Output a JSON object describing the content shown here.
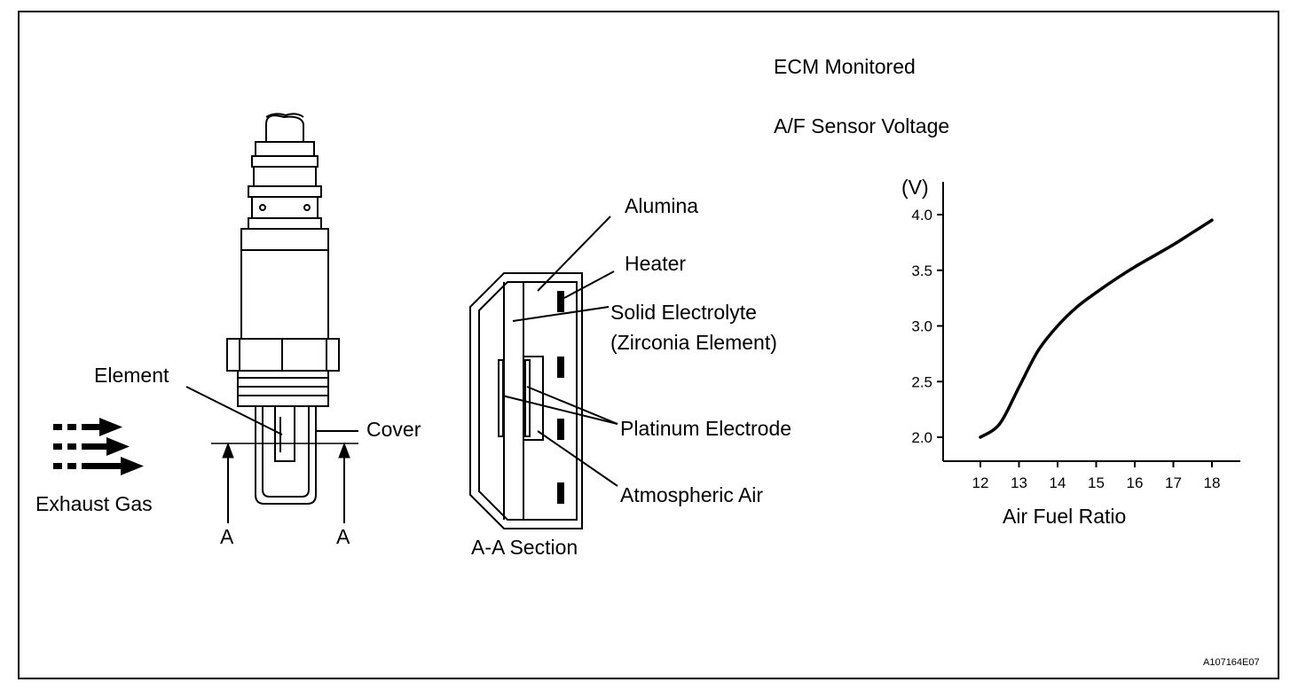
{
  "header": {
    "line1": "ECM Monitored",
    "line2": "A/F Sensor Voltage"
  },
  "sensor": {
    "element_label": "Element",
    "cover_label": "Cover",
    "exhaust_label": "Exhaust Gas",
    "section_marker_left": "A",
    "section_marker_right": "A"
  },
  "section": {
    "title": "A-A Section",
    "alumina": "Alumina",
    "heater": "Heater",
    "solid_electrolyte_line1": "Solid Electrolyte",
    "solid_electrolyte_line2": "(Zirconia Element)",
    "platinum_electrode": "Platinum Electrode",
    "atmospheric_air": "Atmospheric Air"
  },
  "figure_id": "A107164E07",
  "chart_data": {
    "type": "line",
    "title": "",
    "xlabel": "Air Fuel Ratio",
    "ylabel": "(V)",
    "x_ticks": [
      "12",
      "13",
      "14",
      "15",
      "16",
      "17",
      "18"
    ],
    "y_ticks": [
      "2.0",
      "2.5",
      "3.0",
      "3.5",
      "4.0"
    ],
    "xlim": [
      12,
      18
    ],
    "ylim": [
      2.0,
      4.0
    ],
    "grid": false,
    "series": [
      {
        "x": [
          12,
          12.5,
          13,
          13.5,
          14,
          14.5,
          15,
          15.5,
          16,
          16.5,
          17,
          17.5,
          18
        ],
        "y": [
          2.0,
          2.12,
          2.45,
          2.78,
          3.0,
          3.17,
          3.3,
          3.42,
          3.53,
          3.63,
          3.73,
          3.84,
          3.95
        ]
      }
    ]
  }
}
